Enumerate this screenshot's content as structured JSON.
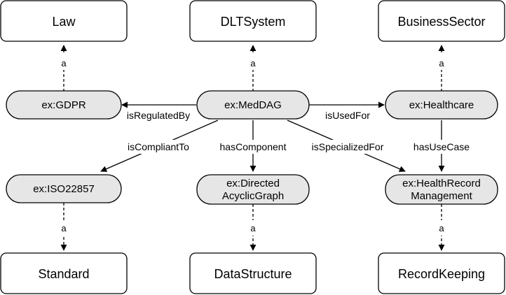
{
  "nodes": {
    "law": {
      "label": "Law",
      "kind": "class"
    },
    "dltsystem": {
      "label": "DLTSystem",
      "kind": "class"
    },
    "businesssector": {
      "label": "BusinessSector",
      "kind": "class"
    },
    "gdpr": {
      "label": "ex:GDPR",
      "kind": "instance"
    },
    "meddag": {
      "label": "ex:MedDAG",
      "kind": "instance"
    },
    "healthcare": {
      "label": "ex:Healthcare",
      "kind": "instance"
    },
    "iso22857": {
      "label": "ex:ISO22857",
      "kind": "instance"
    },
    "dag": {
      "lines": [
        "ex:Directed",
        "AcyclicGraph"
      ],
      "kind": "instance"
    },
    "hrm": {
      "lines": [
        "ex:HealthRecord",
        "Management"
      ],
      "kind": "instance"
    },
    "standard": {
      "label": "Standard",
      "kind": "class"
    },
    "datastructure": {
      "label": "DataStructure",
      "kind": "class"
    },
    "recordkeeping": {
      "label": "RecordKeeping",
      "kind": "class"
    }
  },
  "edges": {
    "is_regulated_by": "isRegulatedBy",
    "is_used_for": "isUsedFor",
    "is_compliant_to": "isCompliantTo",
    "has_component": "hasComponent",
    "is_specialized_for": "isSpecializedFor",
    "has_use_case": "hasUseCase",
    "type_label": "a"
  },
  "colors": {
    "class_fill": "#ffffff",
    "instance_fill": "#e6e6e6",
    "stroke": "#000000"
  }
}
